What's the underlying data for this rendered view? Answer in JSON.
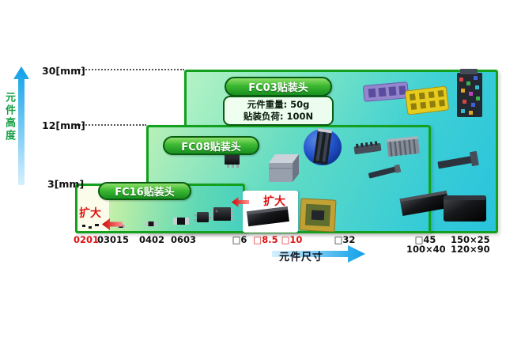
{
  "axes": {
    "y_label": "元件高度",
    "x_label": "元件尺寸",
    "y_ticks": [
      {
        "label": "30[mm]"
      },
      {
        "label": "12[mm]"
      },
      {
        "label": "3[mm]"
      }
    ],
    "x_ticks": [
      {
        "label": "0201"
      },
      {
        "label": "03015"
      },
      {
        "label": "0402"
      },
      {
        "label": "0603"
      },
      {
        "label": "□6"
      },
      {
        "label": "□8.5"
      },
      {
        "label": "□10"
      },
      {
        "label": "□32"
      },
      {
        "label": "□45",
        "label2": "100×40"
      },
      {
        "label": "150×25",
        "label2": "120×90"
      }
    ]
  },
  "heads": [
    {
      "id": "FC03",
      "label": "FC03贴装头",
      "specs": [
        "元件重量: 50g",
        "贴装负荷: 100N"
      ]
    },
    {
      "id": "FC08",
      "label": "FC08贴装头"
    },
    {
      "id": "FC16",
      "label": "FC16贴装头"
    }
  ],
  "zoom": {
    "left_label": "扩大",
    "right_label": "扩大"
  },
  "colors": {
    "box_border": "#12a01e",
    "highlight_red": "#dd1111",
    "axis_blue": "#0e9fe8",
    "label_green": "#18a045"
  }
}
